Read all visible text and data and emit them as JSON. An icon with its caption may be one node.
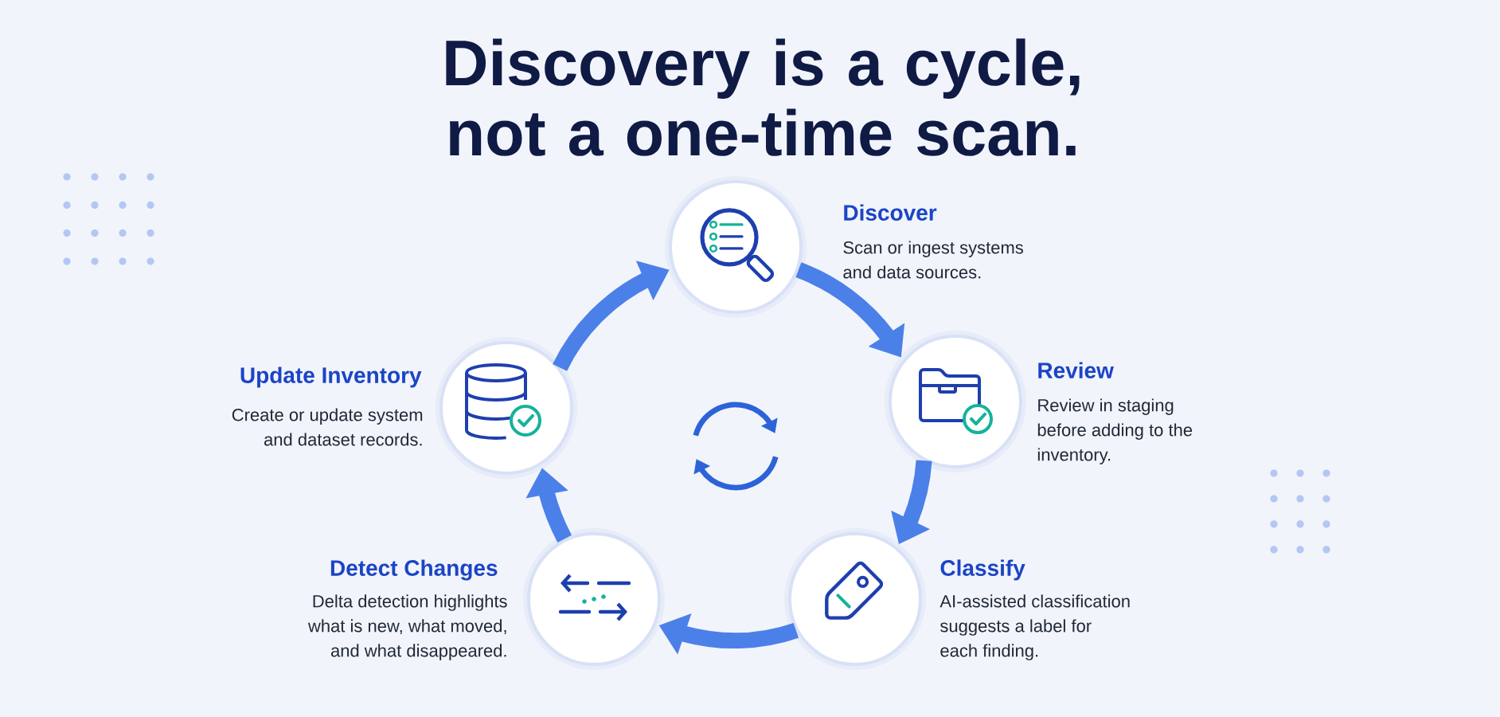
{
  "diagram": {
    "title": "Discovery is a cycle, not a one-time scan.",
    "nodes": [
      {
        "text": [
          "Discover"
        ],
        "beside": [
          "Scan or ingest systems and data sources."
        ]
      },
      {
        "text": [
          "Review"
        ],
        "beside": [
          "Review in staging before adding to the inventory."
        ]
      },
      {
        "text": [
          "Classify"
        ],
        "beside": [
          "AI-assisted classification suggests a label for each finding."
        ]
      },
      {
        "text": [
          "Detect Changes"
        ],
        "beside": [
          "Delta detection highlights what is new, what moved, and what disappeared."
        ]
      },
      {
        "text": [
          "Update Inventory"
        ],
        "beside": [
          "Create or update system and dataset records."
        ]
      }
    ],
    "edges": [
      {
        "from": 0,
        "to": 1,
        "arrow": "to"
      },
      {
        "from": 1,
        "to": 2,
        "arrow": "to"
      },
      {
        "from": 2,
        "to": 3,
        "arrow": "to"
      },
      {
        "from": 3,
        "to": 4,
        "arrow": "to"
      },
      {
        "from": 4,
        "to": 0,
        "arrow": "to"
      }
    ]
  }
}
